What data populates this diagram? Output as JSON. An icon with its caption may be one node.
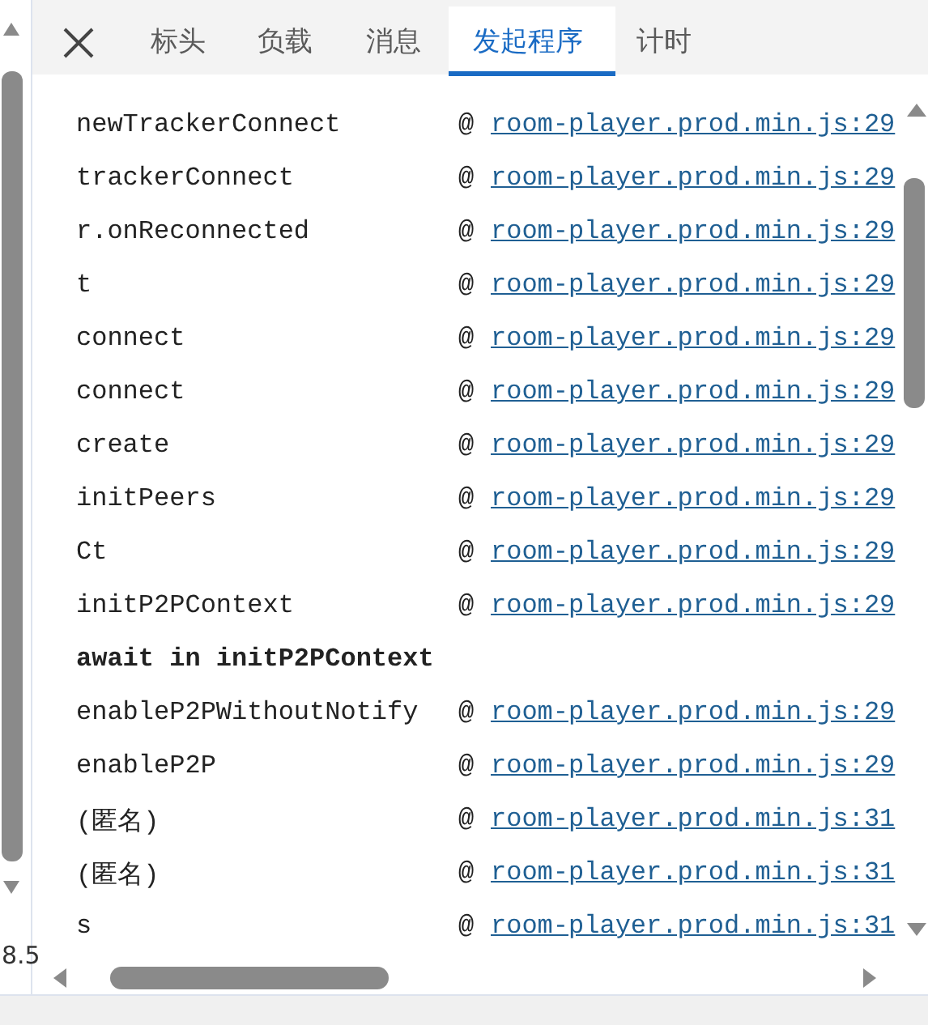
{
  "diagram": {
    "labels": [
      "标头",
      "负载",
      "消息",
      "发起程序",
      "计时",
      "newTrackerConnect",
      "@",
      "room-player.prod.min.js:29",
      "trackerConnect",
      "@",
      "room-player.prod.min.js:29",
      "r.onReconnected",
      "@",
      "room-player.prod.min.js:29",
      "t",
      "@",
      "room-player.prod.min.js:29",
      "connect",
      "@",
      "room-player.prod.min.js:29",
      "connect",
      "@",
      "room-player.prod.min.js:29",
      "create",
      "@",
      "room-player.prod.min.js:29",
      "initPeers",
      "@",
      "room-player.prod.min.js:29",
      "Ct",
      "@",
      "room-player.prod.min.js:29",
      "initP2PContext",
      "@",
      "room-player.prod.min.js:29",
      "await in initP2PContext",
      "enableP2PWithoutNotify",
      "@",
      "room-player.prod.min.js:29",
      "enableP2P",
      "@",
      "room-player.prod.min.js:29",
      "(匿名)",
      "@",
      "room-player.prod.min.js:31",
      "(匿名)",
      "@",
      "room-player.prod.min.js:31",
      "s",
      "@",
      "room-player.prod.min.js:31",
      "8.5"
    ]
  }
}
